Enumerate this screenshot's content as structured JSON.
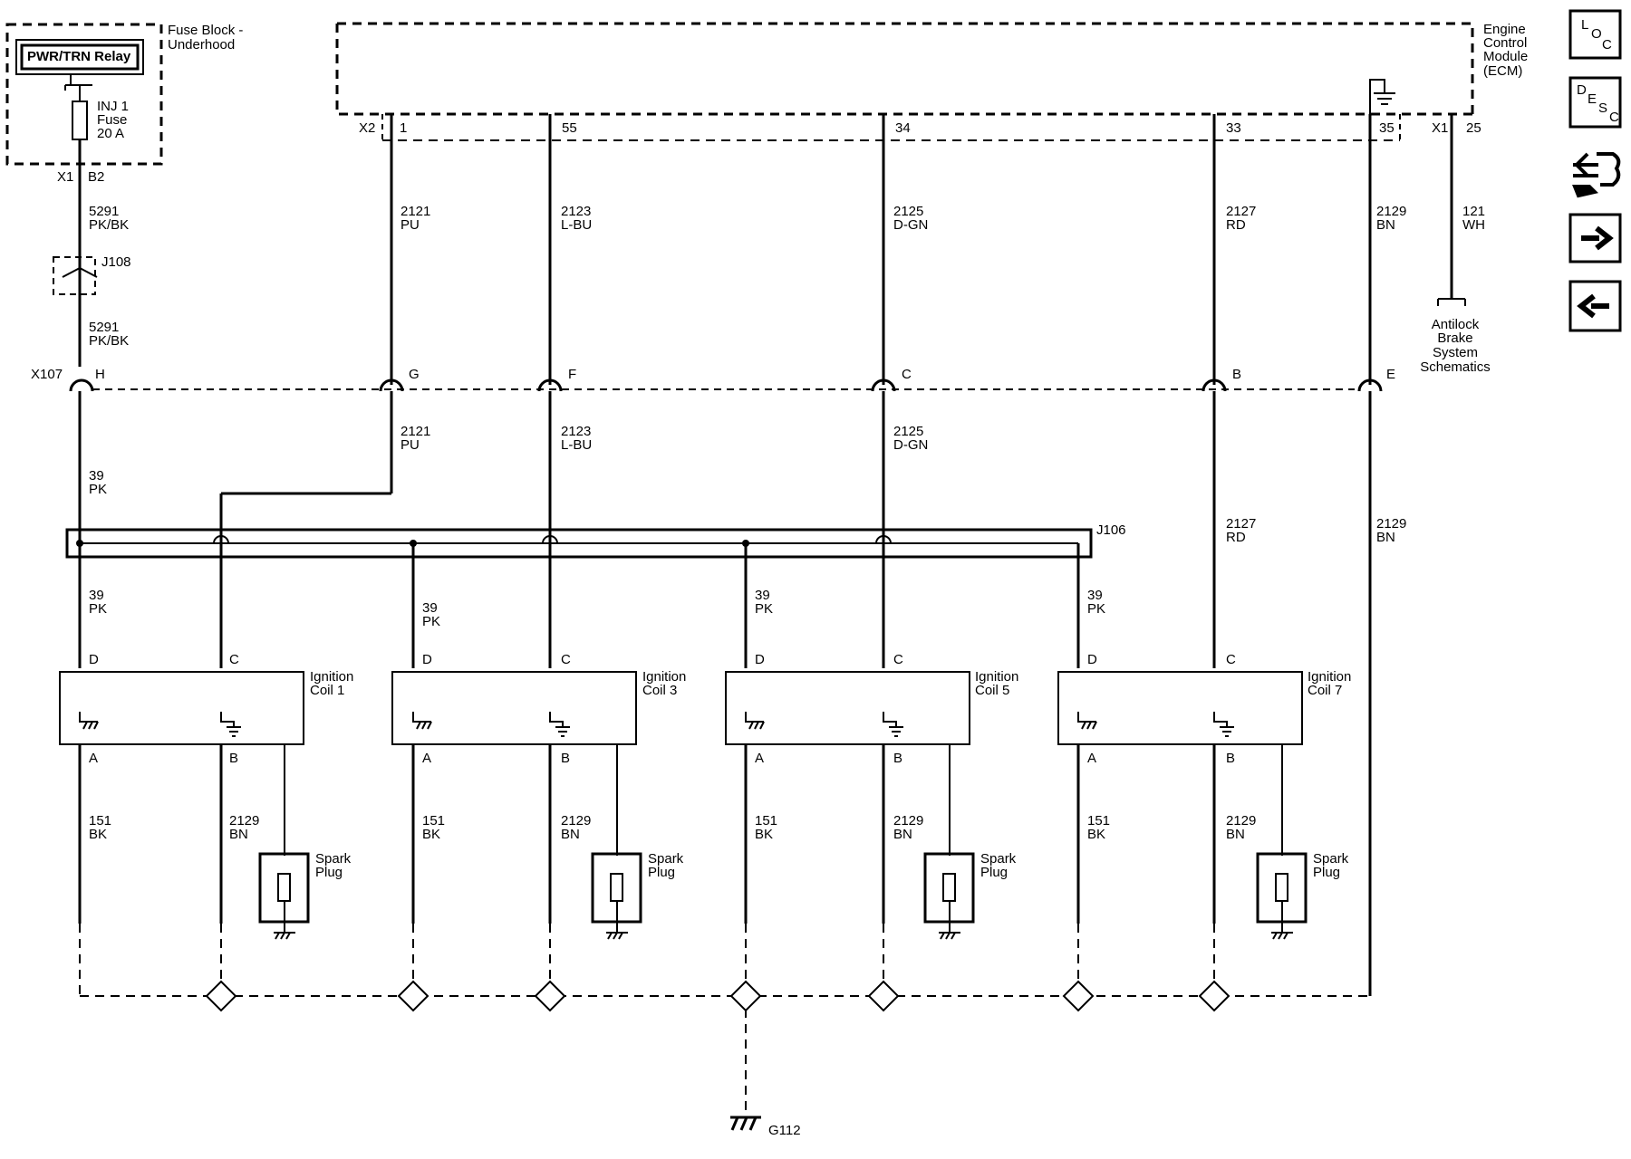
{
  "fuse_block": {
    "title_line1": "Fuse Block -",
    "title_line2": "Underhood",
    "relay_label": "PWR/TRN Relay",
    "fuse_line1": "INJ 1",
    "fuse_line2": "Fuse",
    "fuse_line3": "20 A",
    "connector": "X1",
    "pin": "B2"
  },
  "ecm": {
    "line1": "Engine",
    "line2": "Control",
    "line3": "Module",
    "line4": "(ECM)",
    "x2_connector": "X2",
    "x1_connector": "X1",
    "x1_pin": "25"
  },
  "ecm_pins": [
    "1",
    "55",
    "34",
    "33",
    "35"
  ],
  "wires": [
    {
      "circuit": "5291",
      "color": "PK/BK"
    },
    {
      "circuit": "2121",
      "color": "PU"
    },
    {
      "circuit": "2123",
      "color": "L-BU"
    },
    {
      "circuit": "2125",
      "color": "D-GN"
    },
    {
      "circuit": "2127",
      "color": "RD"
    },
    {
      "circuit": "2129",
      "color": "BN"
    },
    {
      "circuit": "121",
      "color": "WH"
    },
    {
      "circuit": "39",
      "color": "PK"
    },
    {
      "circuit": "151",
      "color": "BK"
    }
  ],
  "splice_j108": "J108",
  "splice_j106": "J106",
  "x107": {
    "connector": "X107",
    "pins": [
      "H",
      "G",
      "F",
      "C",
      "B",
      "E"
    ]
  },
  "antilock": {
    "line1": "Antilock",
    "line2": "Brake",
    "line3": "System",
    "line4": "Schematics"
  },
  "coils": [
    {
      "line1": "Ignition",
      "line2": "Coil 1"
    },
    {
      "line1": "Ignition",
      "line2": "Coil 3"
    },
    {
      "line1": "Ignition",
      "line2": "Coil 5"
    },
    {
      "line1": "Ignition",
      "line2": "Coil 7"
    }
  ],
  "coil_pins": {
    "d": "D",
    "c": "C",
    "a": "A",
    "b": "B"
  },
  "spark_plug": {
    "line1": "Spark",
    "line2": "Plug"
  },
  "ground": "G112",
  "nav": {
    "loc": {
      "l1": "L",
      "l2": "O",
      "l3": "C"
    },
    "desc": {
      "l1": "D",
      "l2": "E",
      "l3": "S",
      "l4": "C"
    }
  }
}
